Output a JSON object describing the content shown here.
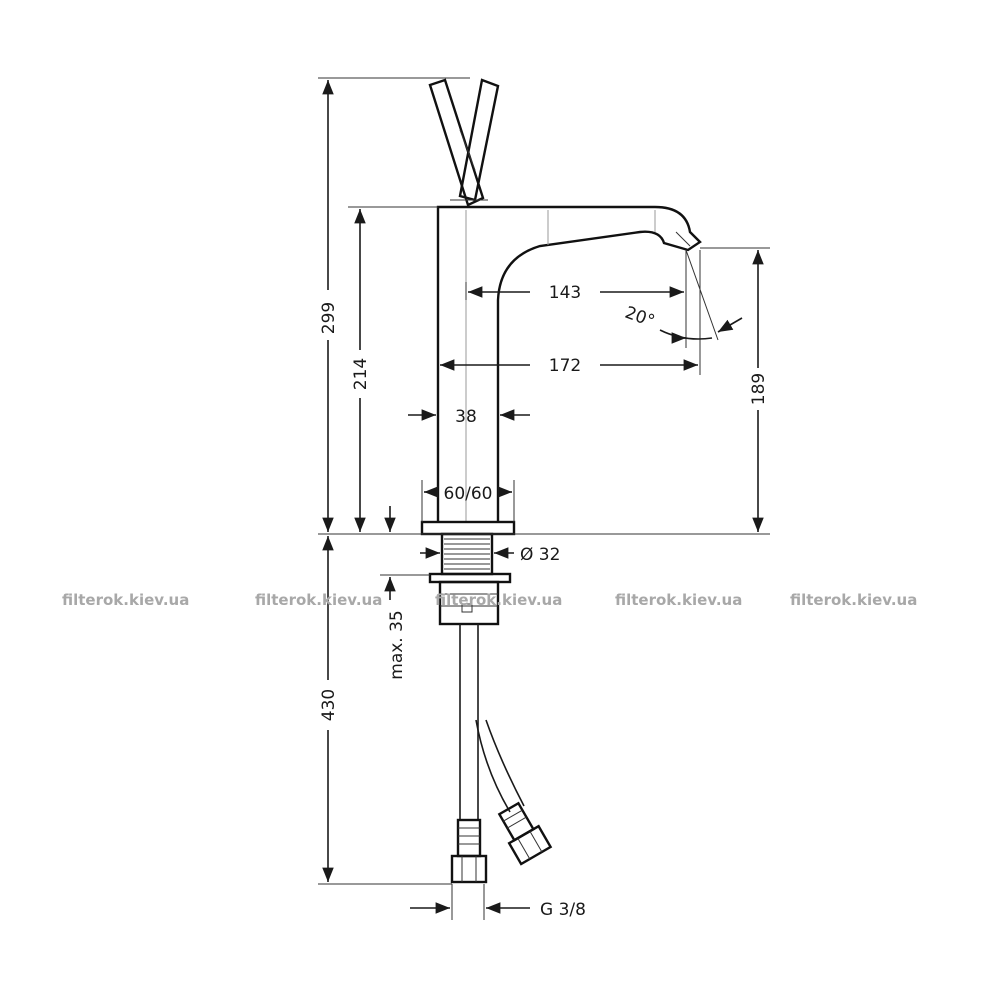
{
  "dimensions": {
    "total_height": "299",
    "body_height": "214",
    "outlet_height": "189",
    "reach_inner": "143",
    "reach_outer": "172",
    "spout_angle": "20°",
    "body_width": "38",
    "base_plate": "60/60",
    "shank_diameter": "Ø 32",
    "max_thickness": "max. 35",
    "hose_length": "430",
    "thread": "G 3/8"
  },
  "watermark": {
    "text": "filterok.kiev.ua"
  },
  "colors": {
    "line": "#1a1a1a",
    "watermark": "#a8a8a8"
  }
}
